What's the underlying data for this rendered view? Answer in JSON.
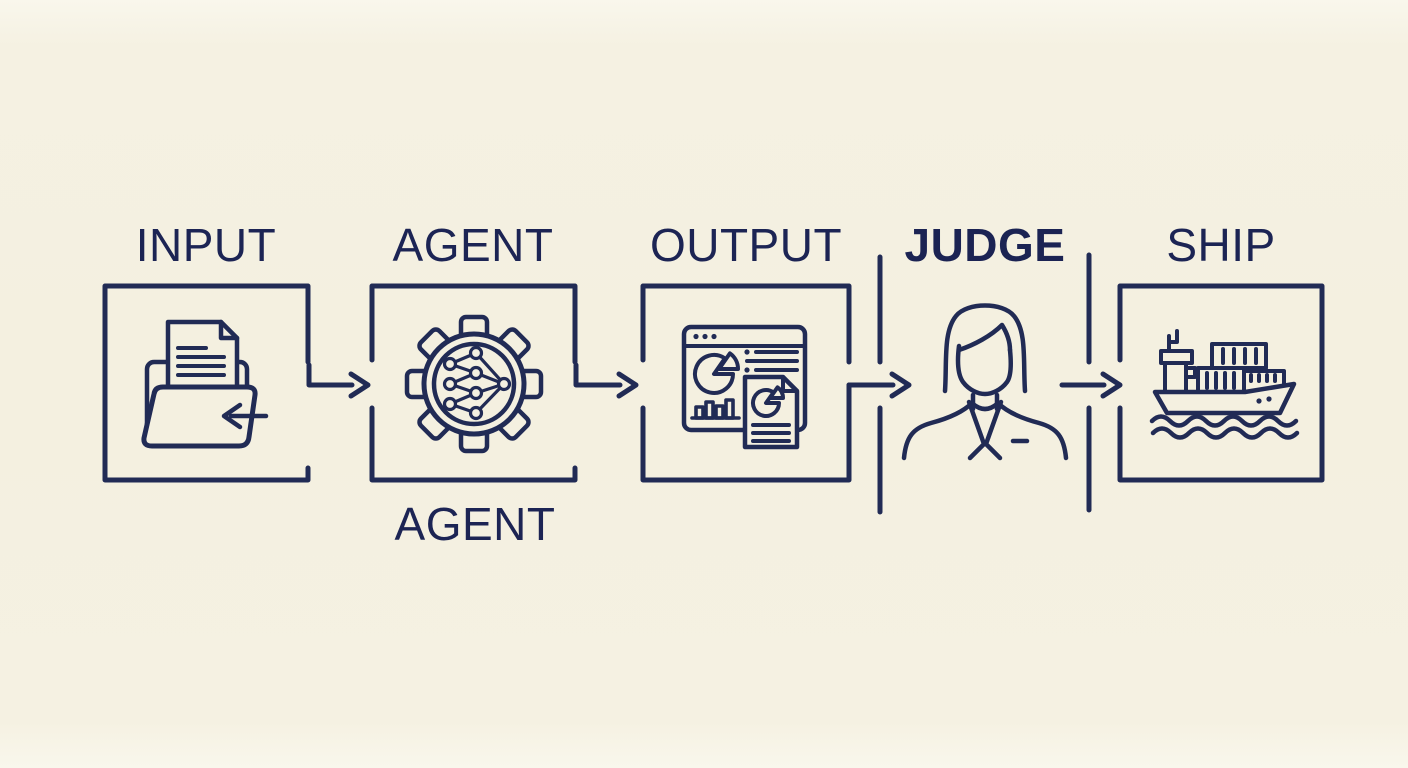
{
  "colors": {
    "background": "#f5f1e2",
    "ink": "#212b55",
    "text": "#1c2454"
  },
  "diagram": {
    "type": "pipeline-flow",
    "stages": [
      {
        "id": "input",
        "label": "INPUT",
        "icon": "folder-import-icon"
      },
      {
        "id": "agent",
        "label": "AGENT",
        "icon": "gear-neural-icon",
        "sublabel": "AGENT"
      },
      {
        "id": "output",
        "label": "OUTPUT",
        "icon": "browser-report-icon"
      },
      {
        "id": "judge",
        "label": "JUDGE",
        "icon": "judge-person-icon",
        "emphasis": "bold"
      },
      {
        "id": "ship",
        "label": "SHIP",
        "icon": "cargo-ship-icon"
      }
    ],
    "connectors": {
      "count": 4,
      "direction": "right"
    }
  }
}
